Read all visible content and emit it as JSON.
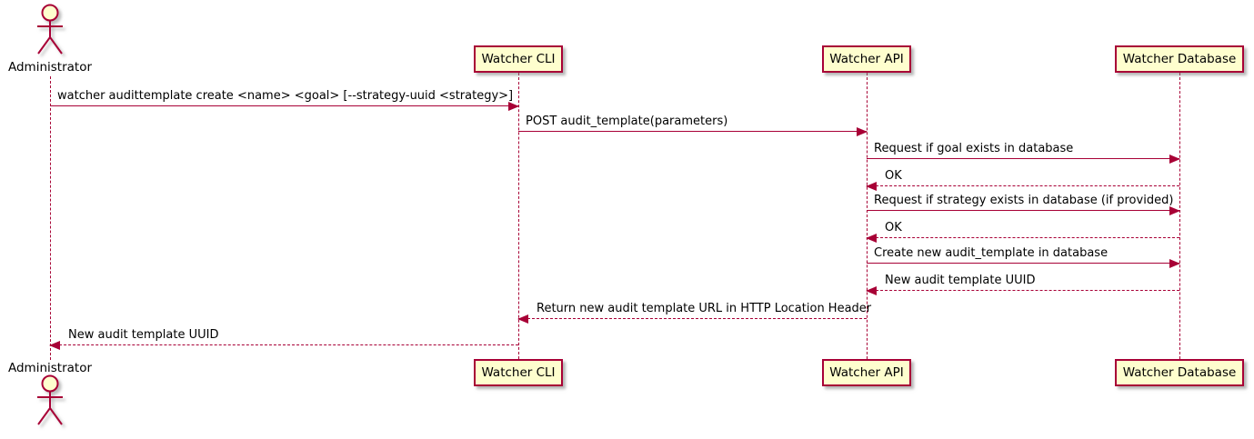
{
  "diagram": {
    "type": "sequence-diagram",
    "colors": {
      "accent": "#A80036",
      "participant_fill": "#FEFECE",
      "text": "#000000",
      "background": "#FFFFFF"
    },
    "actor": {
      "name": "Administrator"
    },
    "participants": [
      {
        "label": "Watcher CLI"
      },
      {
        "label": "Watcher API"
      },
      {
        "label": "Watcher Database"
      }
    ],
    "messages": [
      {
        "text": "watcher audittemplate create <name> <goal> [--strategy-uuid <strategy>]",
        "from": "Administrator",
        "to": "Watcher CLI",
        "line": "solid"
      },
      {
        "text": "POST audit_template(parameters)",
        "from": "Watcher CLI",
        "to": "Watcher API",
        "line": "solid"
      },
      {
        "text": "Request if goal exists in database",
        "from": "Watcher API",
        "to": "Watcher Database",
        "line": "solid"
      },
      {
        "text": "OK",
        "from": "Watcher Database",
        "to": "Watcher API",
        "line": "dashed"
      },
      {
        "text": "Request if strategy exists in database (if provided)",
        "from": "Watcher API",
        "to": "Watcher Database",
        "line": "solid"
      },
      {
        "text": "OK",
        "from": "Watcher Database",
        "to": "Watcher API",
        "line": "dashed"
      },
      {
        "text": "Create new audit_template in database",
        "from": "Watcher API",
        "to": "Watcher Database",
        "line": "solid"
      },
      {
        "text": "New audit template UUID",
        "from": "Watcher Database",
        "to": "Watcher API",
        "line": "dashed"
      },
      {
        "text": "Return new audit template URL in HTTP Location Header",
        "from": "Watcher API",
        "to": "Watcher CLI",
        "line": "dashed"
      },
      {
        "text": "New audit template UUID",
        "from": "Watcher CLI",
        "to": "Administrator",
        "line": "dashed"
      }
    ]
  }
}
